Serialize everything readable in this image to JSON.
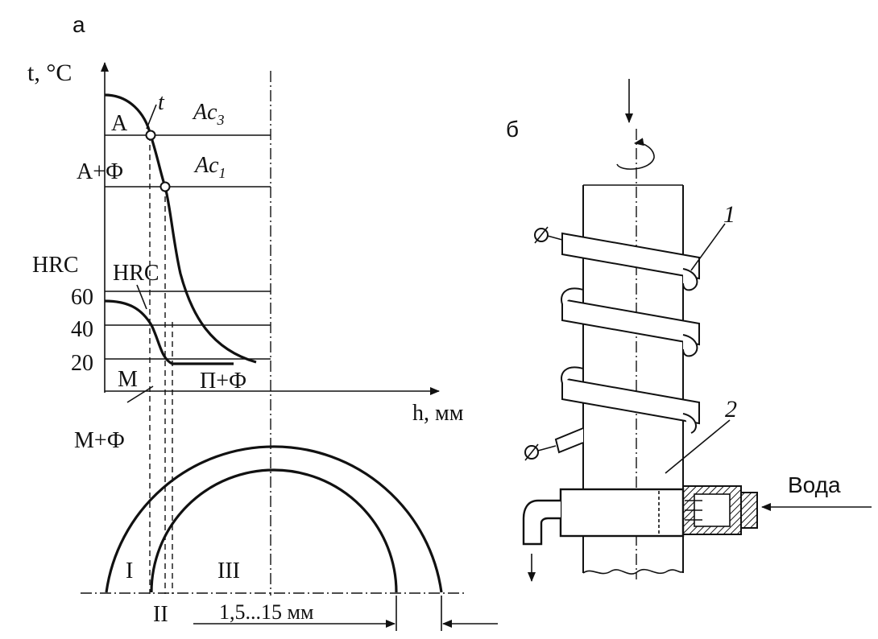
{
  "part_a": {
    "panel_label": "а",
    "y_axis_label": "t, °C",
    "x_axis_label": "h, мм",
    "temp_curve_label": "t",
    "critical_points": [
      "Ac3",
      "Ac1"
    ],
    "phase_zones": [
      "А",
      "А+Ф"
    ],
    "hardness_axis_label": "HRC",
    "hardness_curve_label": "HRC",
    "hardness_ticks": [
      "60",
      "40",
      "20"
    ],
    "structure_labels": {
      "martensite": "М",
      "martensite_ferrite": "М+Ф",
      "pearlite_ferrite": "П+Ф"
    },
    "section_zones": [
      "I",
      "II",
      "III"
    ],
    "depth_dimension": "1,5...15 мм"
  },
  "part_b": {
    "panel_label": "б",
    "inductor_label": "1",
    "workpiece_label": "2",
    "water_label": "Вода"
  }
}
